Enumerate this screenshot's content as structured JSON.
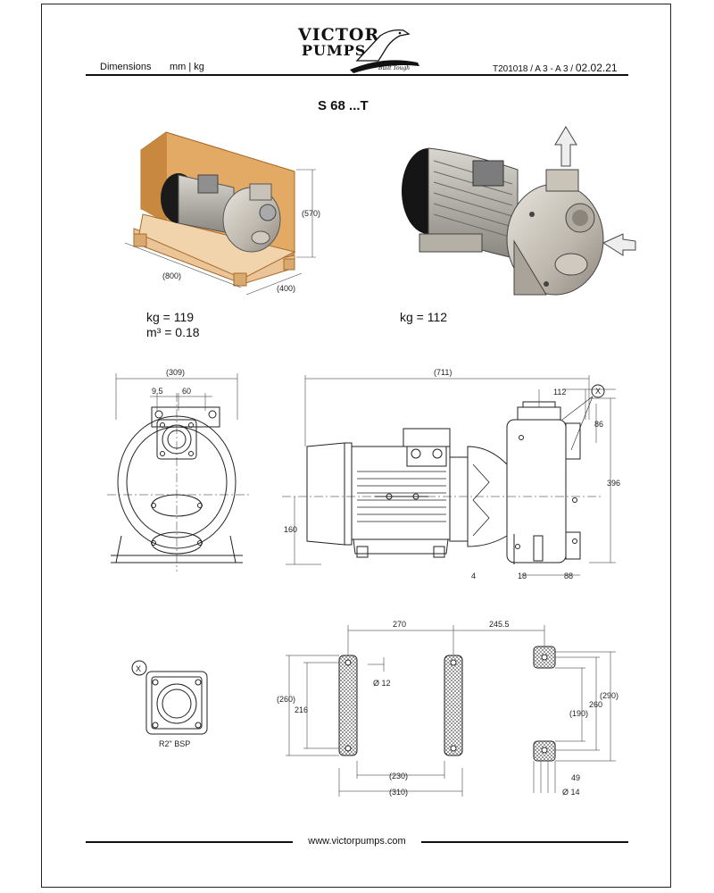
{
  "header": {
    "section_label": "Dimensions",
    "units": "mm | kg",
    "doc_code": "T201018 / A 3 - A 3 /",
    "date": "02.02.21"
  },
  "logo": {
    "line1": "VICTOR",
    "line2": "PUMPS",
    "small": "Built Tough"
  },
  "model": "S 68 ...T",
  "packaged": {
    "kg": "kg = 119",
    "volume": "m³ = 0.18"
  },
  "unit": {
    "kg": "kg = 112"
  },
  "dimensions": {
    "crate_height": "(570)",
    "crate_length": "(800)",
    "crate_width": "(400)",
    "front_width": "(309)",
    "front_offset": "9.5",
    "front_flange": "60",
    "side_length": "(711)",
    "side_top": "112",
    "side_flange": "86",
    "side_height": "396",
    "side_axis": "160",
    "side_foot": "4",
    "side_base_gap": "18",
    "side_base_end": "88",
    "feet_spacing": "270",
    "feet_offset": "245.5",
    "feet_hole": "Ø 12",
    "feet_outer_h": "(260)",
    "feet_inner_h": "216",
    "feet_inner_w": "(230)",
    "feet_outer_w": "(310)",
    "right_inner": "(190)",
    "right_mid": "260",
    "right_outer": "(290)",
    "right_hole_offset": "49",
    "right_hole": "Ø 14"
  },
  "flange_detail": {
    "marker": "X",
    "label": "R2\" BSP"
  },
  "footer": {
    "url": "www.victorpumps.com"
  }
}
